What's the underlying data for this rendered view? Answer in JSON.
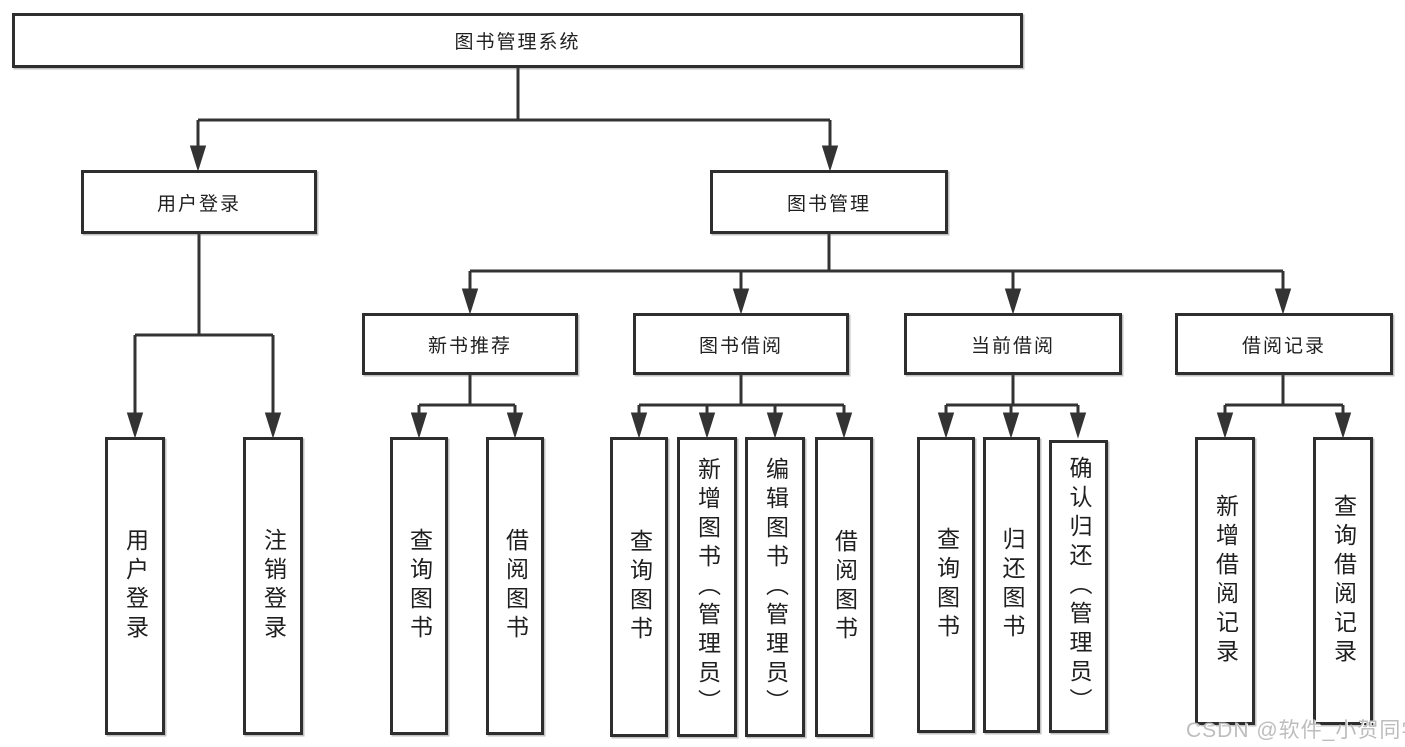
{
  "diagram": {
    "title_node": {
      "label": "图书管理系统"
    },
    "level2": [
      {
        "label": "用户登录"
      },
      {
        "label": "图书管理"
      }
    ],
    "level3": [
      {
        "label": "新书推荐"
      },
      {
        "label": "图书借阅"
      },
      {
        "label": "当前借阅"
      },
      {
        "label": "借阅记录"
      }
    ],
    "leaves": {
      "user_login": [
        "用户登录",
        "注销登录"
      ],
      "new_book_recommend": [
        "查询图书",
        "借阅图书"
      ],
      "book_borrow": [
        "查询图书",
        "新增图书（管理员）",
        "编辑图书（管理员）",
        "借阅图书"
      ],
      "current_borrow": [
        "查询图书",
        "归还图书",
        "确认归还（管理员）"
      ],
      "borrow_record": [
        "新增借阅记录",
        "查询借阅记录"
      ]
    }
  },
  "watermark": {
    "text": "CSDN @软件_小贺同学"
  },
  "colors": {
    "line": "#333333",
    "box_border": "#2e2e2e",
    "text": "#1f1f1f",
    "watermark": "#bdbdbd",
    "background": "#ffffff"
  }
}
